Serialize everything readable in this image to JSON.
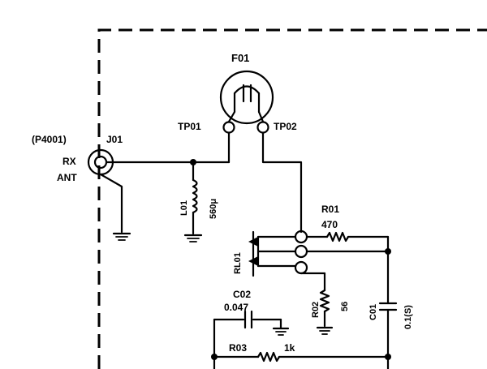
{
  "labels": {
    "fuse": "F01",
    "tp01": "TP01",
    "tp02": "TP02",
    "connector": "(P4001)",
    "jack": "J01",
    "rx": "RX",
    "ant": "ANT",
    "inductor_ref": "L01",
    "inductor_val": "560μ",
    "r01_ref": "R01",
    "r01_val": "470",
    "relay_ref": "RL01",
    "c02_ref": "C02",
    "c02_val": "0.047",
    "r02_ref": "R02",
    "r02_val": "56",
    "c01_ref": "C01",
    "c01_val": "0.1(S)",
    "r03_ref": "R03",
    "r03_val": "1k"
  }
}
